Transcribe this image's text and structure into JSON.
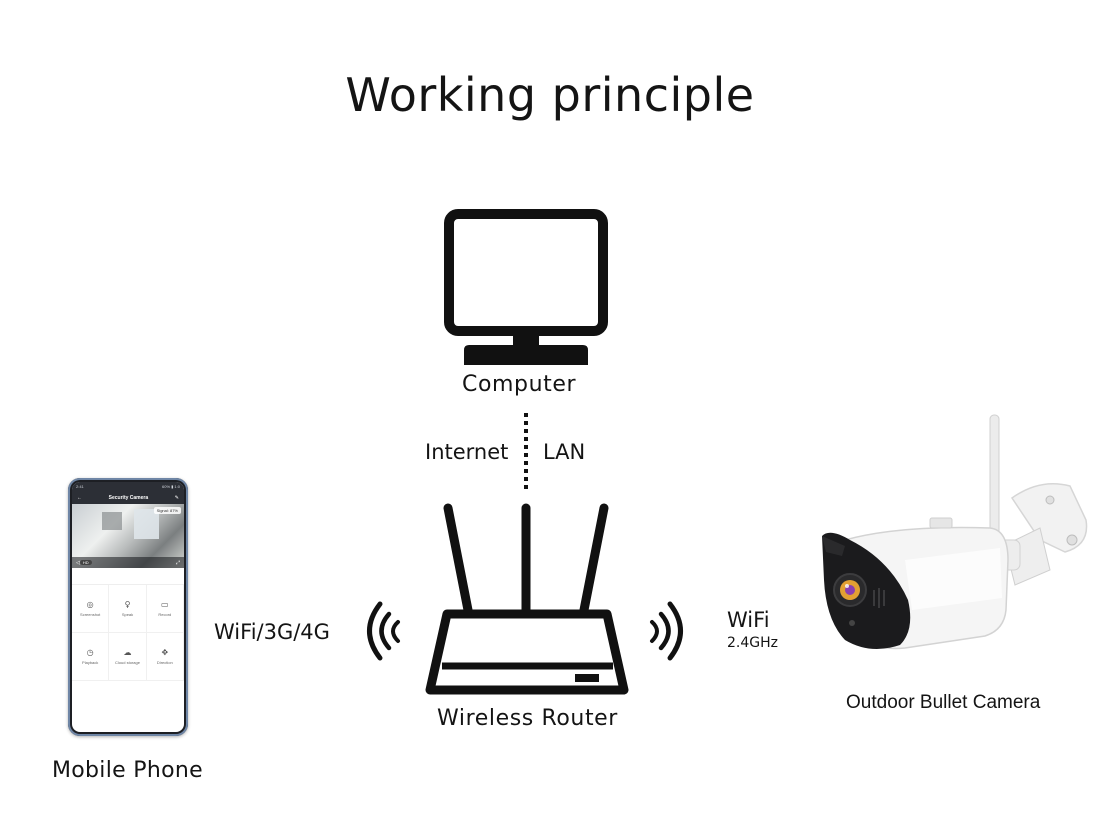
{
  "title": "Working principle",
  "nodes": {
    "computer": "Computer",
    "router": "Wireless Router",
    "phone": "Mobile Phone",
    "camera": "Outdoor Bullet Camera"
  },
  "edges": {
    "computer_router_left": "Internet",
    "computer_router_right": "LAN",
    "phone_router": "WiFi/3G/4G",
    "router_camera": "WiFi",
    "router_camera_band": "2.4GHz"
  },
  "phone_app": {
    "time": "2:41",
    "battery": "60% ▮ 1:0",
    "title": "Security Camera",
    "signal": "Signal: 87%",
    "hd": "HD",
    "actions": [
      {
        "icon": "camera-icon",
        "glyph": "◎",
        "label": "Screenshot"
      },
      {
        "icon": "microphone-icon",
        "glyph": "♀",
        "label": "Speak"
      },
      {
        "icon": "video-record-icon",
        "glyph": "▭",
        "label": "Record"
      },
      {
        "icon": "playback-icon",
        "glyph": "◷",
        "label": "Playback"
      },
      {
        "icon": "cloud-storage-icon",
        "glyph": "☁",
        "label": "Cloud storage"
      },
      {
        "icon": "direction-icon",
        "glyph": "✥",
        "label": "Direction"
      }
    ]
  },
  "colors": {
    "line": "#111111",
    "camera_body": "#f4f4f4",
    "camera_face": "#1b1b1d",
    "lens": "#e2a032"
  }
}
